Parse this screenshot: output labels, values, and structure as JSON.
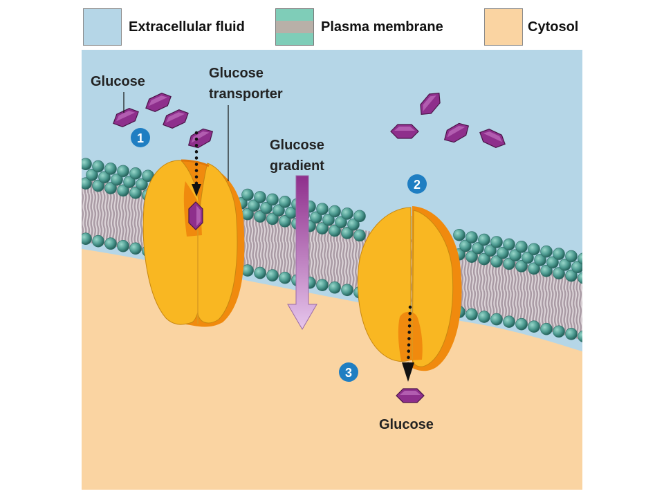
{
  "legend": [
    {
      "label": "Extracellular fluid",
      "color": "#b5d6e7"
    },
    {
      "label": "Plasma membrane",
      "colors": [
        "#7fcdb8",
        "#b8b0a8",
        "#7fcdb8"
      ]
    },
    {
      "label": "Cytosol",
      "color": "#fad4a2"
    }
  ],
  "labels": {
    "glucose_top": "Glucose",
    "transporter_line1": "Glucose",
    "transporter_line2": "transporter",
    "gradient_line1": "Glucose",
    "gradient_line2": "gradient",
    "glucose_bottom": "Glucose"
  },
  "steps": [
    "1",
    "2",
    "3"
  ],
  "colors": {
    "extracellular": "#b5d6e7",
    "cytosol": "#fad4a2",
    "lipid_head": "#4e9c92",
    "lipid_tail": "#c9bcc4",
    "transporter_front": "#f9b722",
    "transporter_side": "#f08a0e",
    "glucose": "#8e2f8c",
    "step_badge": "#1f7ec2",
    "gradient_arrow": "#c38fcf"
  },
  "icons": {
    "glucose": "glucose-hexagon-icon",
    "transporter": "glucose-transporter-icon",
    "gradient": "gradient-arrow-icon"
  }
}
